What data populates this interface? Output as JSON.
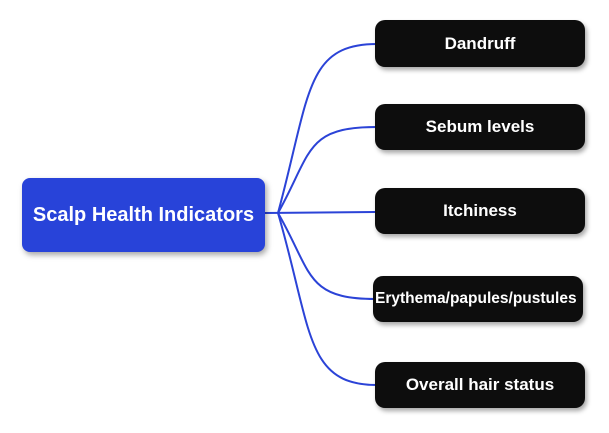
{
  "mindmap": {
    "root": {
      "label": "Scalp Health Indicators"
    },
    "children": [
      {
        "label": "Dandruff"
      },
      {
        "label": "Sebum levels"
      },
      {
        "label": "Itchiness"
      },
      {
        "label": "Erythema/papules/pustules"
      },
      {
        "label": "Overall hair status"
      }
    ],
    "colors": {
      "background": "#ffffff",
      "root_bg": "#2843d9",
      "child_bg": "#0d0d0d",
      "connector": "#2b43d7",
      "text": "#ffffff"
    }
  }
}
